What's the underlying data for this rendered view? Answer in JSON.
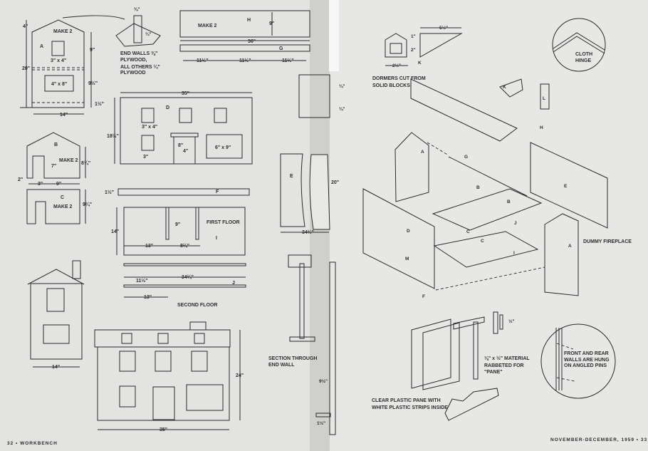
{
  "left_page": {
    "part_a": {
      "make": "MAKE 2",
      "letter": "A",
      "height_top": "4\"",
      "height_upper": "9\"",
      "window_small": "3\" x 4\"",
      "height_total": "20\"",
      "window_large": "4\" x 8\"",
      "height_lower": "9½\"",
      "base": "1½\"",
      "width": "14\""
    },
    "end_wall_note": {
      "slot": "⅜\"",
      "depth": "¾\"",
      "lines": [
        "END WALLS ⅜\"",
        "PLYWOOD,",
        "ALL OTHERS ¼\"",
        "PLYWOOD"
      ]
    },
    "part_h": {
      "make": "MAKE 2",
      "letter": "H",
      "height": "9\"",
      "length": "36\""
    },
    "part_g": {
      "letter": "G",
      "spacings": [
        "11½\"",
        "11½\"",
        "11½\""
      ]
    },
    "part_d": {
      "letter": "D",
      "width": "35\"",
      "height": "18½\"",
      "window_small": "3\" x 4\"",
      "door_height": "8\"",
      "door_width": "4\"",
      "window_large": "6\" x 9\"",
      "sill": "3\""
    },
    "part_b": {
      "letter": "B",
      "make": "MAKE 2",
      "door_height": "7\"",
      "height": "8¾\"",
      "offset": "2\"",
      "door_width": "3\"",
      "width": "9\""
    },
    "part_c": {
      "letter": "C",
      "make": "MAKE 2",
      "height": "9¼\""
    },
    "part_f": {
      "letter": "F",
      "height": "1½\""
    },
    "first_floor": {
      "title": "FIRST FLOOR",
      "letter": "I",
      "slot": "9\"",
      "depth": "14\"",
      "offset_a": "13\"",
      "offset_b": "8¼\""
    },
    "second_floor": {
      "title": "SECOND FLOOR",
      "letter": "J",
      "length": "34¼\"",
      "offset_a": "11½\"",
      "offset_b": "13\""
    },
    "part_e": {
      "letter": "E",
      "height": "20\"",
      "width": "34½\"",
      "thick_a": "¾\"",
      "thick_b": "¾\""
    },
    "side_elevation": {
      "width": "14\""
    },
    "front_elevation": {
      "height": "24\"",
      "width": "35\""
    },
    "section": {
      "lines": [
        "SECTION THROUGH",
        "END WALL"
      ],
      "height": "9½\"",
      "base": "1½\""
    },
    "footer": "32 • WORKBENCH"
  },
  "right_page": {
    "dormer": {
      "length": "5½\"",
      "top": "1\"",
      "height": "2\"",
      "letter": "K",
      "width": "2½\"",
      "lines": [
        "DORMERS CUT FROM",
        "SOLID BLOCKS"
      ]
    },
    "hinge_detail": {
      "lines": [
        "CLOTH",
        "HINGE"
      ]
    },
    "exploded": {
      "k": "K",
      "l": "L",
      "h": "H",
      "a1": "A",
      "g": "G",
      "b1": "B",
      "b2": "B",
      "e": "E",
      "j": "J",
      "c1": "C",
      "c2": "C",
      "d": "D",
      "m": "M",
      "i": "I",
      "a2": "A",
      "f": "F",
      "fireplace": "DUMMY FIREPLACE"
    },
    "window_detail": {
      "dim": "½\"",
      "material_lines": [
        "⅛\" x ½\" MATERIAL",
        "RABBETED FOR",
        "\"PANE\""
      ],
      "pane_lines": [
        "CLEAR PLASTIC PANE WITH",
        "WHITE PLASTIC STRIPS INSIDE"
      ]
    },
    "pin_detail": {
      "lines": [
        "FRONT AND REAR",
        "WALLS ARE HUNG",
        "ON ANGLED PINS"
      ]
    },
    "footer": "NOVEMBER-DECEMBER, 1959 • 33"
  }
}
